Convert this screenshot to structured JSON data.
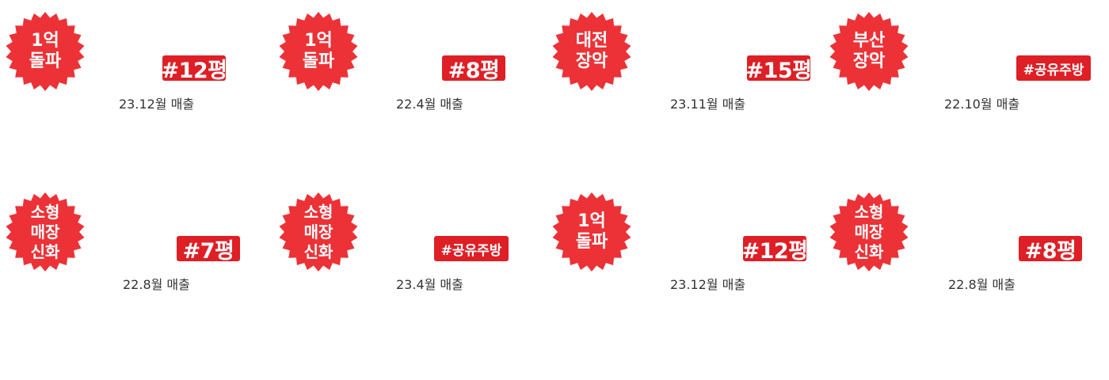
{
  "colors": {
    "badge_red": "#ec3237",
    "tag_red": "#de1f26",
    "caption_text": "#333333"
  },
  "cards": [
    {
      "badge": [
        "1억",
        "돌파"
      ],
      "tag": "#12평",
      "caption": "23.12월 매출"
    },
    {
      "badge": [
        "1억",
        "돌파"
      ],
      "tag": "#8평",
      "caption": "22.4월 매출"
    },
    {
      "badge": [
        "대전",
        "장악"
      ],
      "tag": "#15평",
      "caption": "23.11월 매출"
    },
    {
      "badge": [
        "부산",
        "장악"
      ],
      "tag": "#공유주방",
      "caption": "22.10월 매출"
    },
    {
      "badge": [
        "소형",
        "매장",
        "신화"
      ],
      "tag": "#7평",
      "caption": "22.8월 매출"
    },
    {
      "badge": [
        "소형",
        "매장",
        "신화"
      ],
      "tag": "#공유주방",
      "caption": "23.4월 매출"
    },
    {
      "badge": [
        "1억",
        "돌파"
      ],
      "tag": "#12평",
      "caption": "23.12월 매출"
    },
    {
      "badge": [
        "소형",
        "매장",
        "신화"
      ],
      "tag": "#8평",
      "caption": "22.8월 매출"
    }
  ]
}
